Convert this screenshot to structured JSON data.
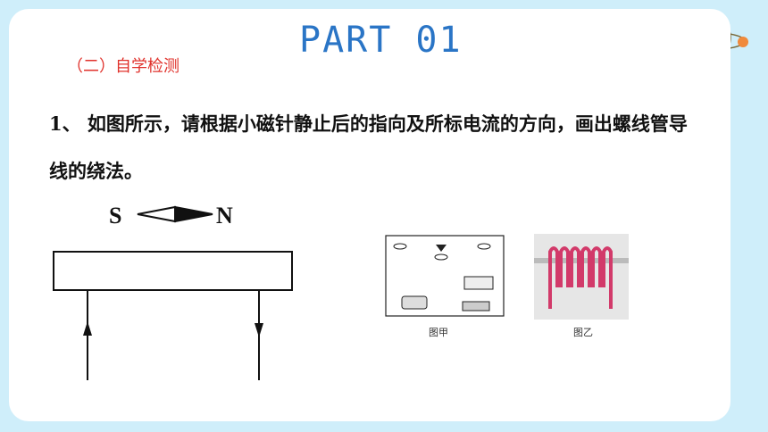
{
  "slide": {
    "title": "PART 01",
    "section_label": "（二）自学检测",
    "question": "1、 如图所示，请根据小磁针静止后的指向及所标电流的方向，画出螺线管导线的绕法。"
  },
  "figure_main": {
    "pole_left": "S",
    "pole_right": "N"
  },
  "figure_photos": {
    "caption_a": "图甲",
    "caption_b": "图乙"
  },
  "colors": {
    "background": "#cfeefa",
    "title": "#2a75c6",
    "section": "#e0312b",
    "coil": "#d23a6a"
  }
}
